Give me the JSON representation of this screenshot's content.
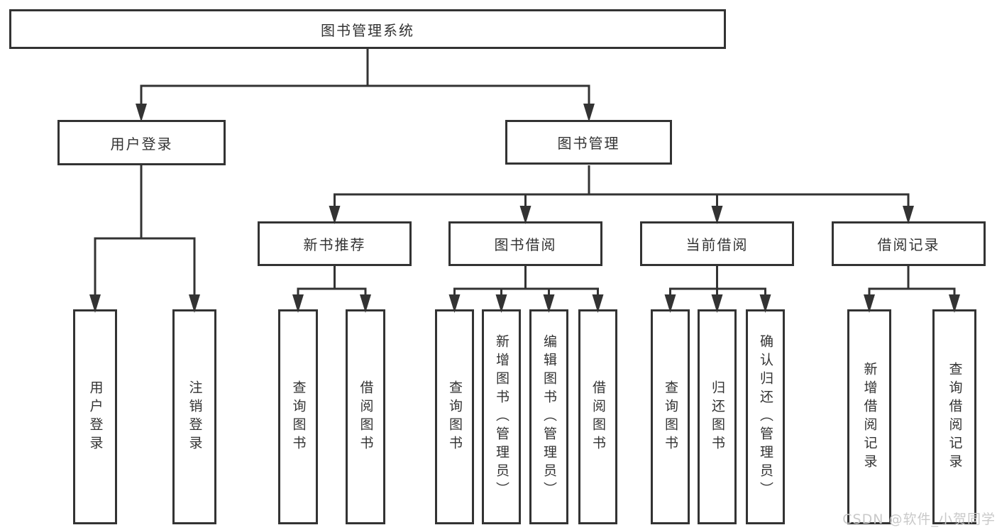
{
  "nodes": {
    "root": "图书管理系统",
    "user_login": "用户登录",
    "book_mgmt": "图书管理",
    "new_book_rec": "新书推荐",
    "book_borrow": "图书借阅",
    "current_borrow": "当前借阅",
    "borrow_record": "借阅记录"
  },
  "leaves": {
    "user_login": [
      "用户登录",
      "注销登录"
    ],
    "new_book_rec": [
      "查询图书",
      "借阅图书"
    ],
    "book_borrow": [
      "查询图书",
      "新增图书（管理员）",
      "编辑图书（管理员）",
      "借阅图书"
    ],
    "current_borrow": [
      "查询图书",
      "归还图书",
      "确认归还（管理员）"
    ],
    "borrow_record": [
      "新增借阅记录",
      "查询借阅记录"
    ]
  },
  "watermark": "CSDN @软件_小贺同学",
  "colors": {
    "line": "#333333",
    "text": "#333333",
    "box_background": "#ffffff",
    "watermark": "#c9c9c9"
  }
}
